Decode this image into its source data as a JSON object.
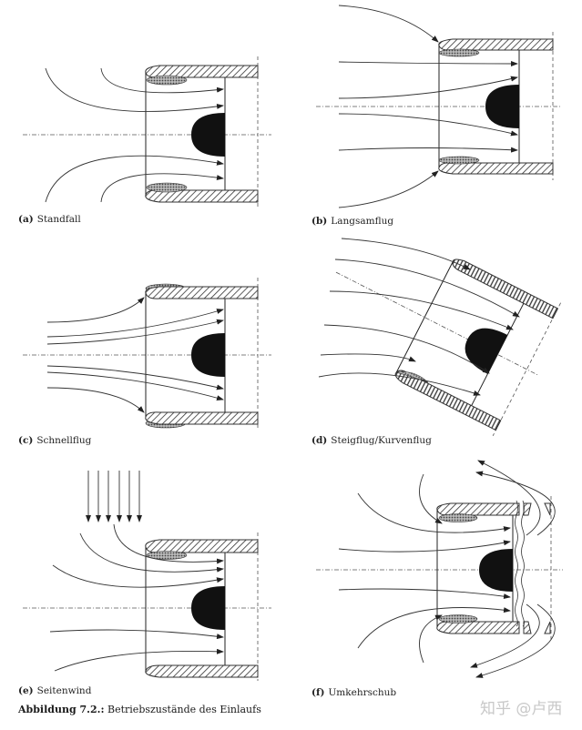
{
  "figure": {
    "label": "Abbildung 7.2.:",
    "title": "Betriebszustände des Einlaufs"
  },
  "panels": [
    {
      "id": "a",
      "tag": "(a)",
      "caption": "Standfall"
    },
    {
      "id": "b",
      "tag": "(b)",
      "caption": "Langsamflug"
    },
    {
      "id": "c",
      "tag": "(c)",
      "caption": "Schnellflug"
    },
    {
      "id": "d",
      "tag": "(d)",
      "caption": "Steigflug/Kurvenflug"
    },
    {
      "id": "e",
      "tag": "(e)",
      "caption": "Seitenwind"
    },
    {
      "id": "f",
      "tag": "(f)",
      "caption": "Umkehrschub"
    }
  ],
  "watermark": "知乎 @卢西",
  "colors": {
    "line": "#333333",
    "fill_dark": "#111111",
    "hatch": "#333333",
    "separation": "#555555",
    "watermark": "#c8c8c8"
  }
}
